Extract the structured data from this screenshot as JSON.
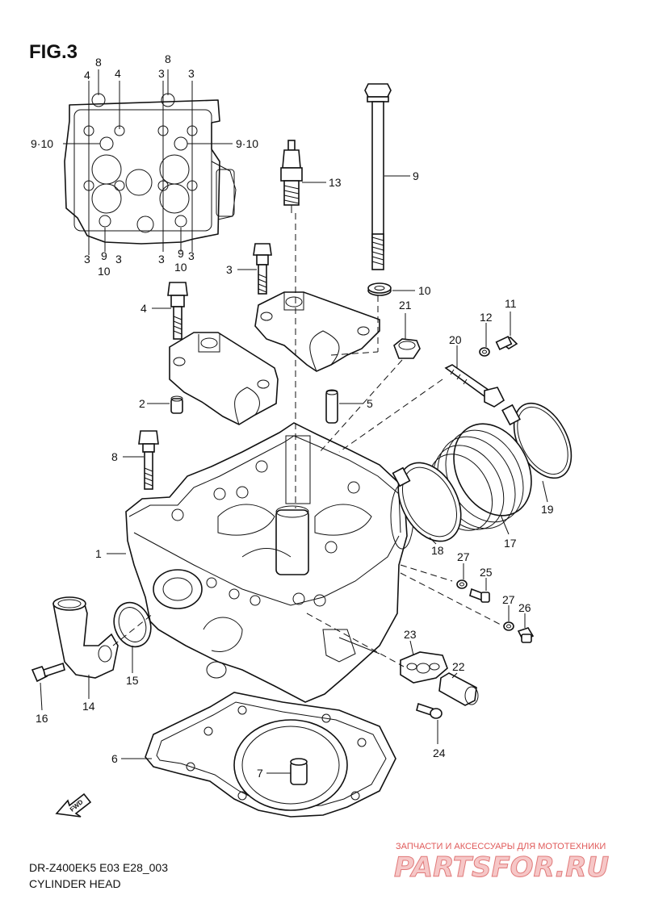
{
  "figure": {
    "fig_label": "FIG.3",
    "model_code": "DR-Z400EK5 E03 E28_003",
    "title": "CYLINDER HEAD",
    "fwd_label": "FWD"
  },
  "watermark": {
    "tagline": "ЗАПЧАСТИ И АКСЕССУАРЫ ДЛЯ МОТОТЕХНИКИ",
    "logo_text": "PARTSFOR.RU"
  },
  "inset_labels": [
    "8",
    "8",
    "4",
    "4",
    "3",
    "3",
    "9·10",
    "9·10",
    "3",
    "9",
    "10",
    "3",
    "3",
    "10",
    "9",
    "3",
    "10"
  ],
  "callouts": [
    "1",
    "2",
    "3",
    "4",
    "5",
    "6",
    "7",
    "8",
    "9",
    "10",
    "11",
    "12",
    "13",
    "14",
    "15",
    "16",
    "17",
    "18",
    "19",
    "20",
    "21",
    "22",
    "23",
    "24",
    "25",
    "26",
    "27",
    "27"
  ]
}
